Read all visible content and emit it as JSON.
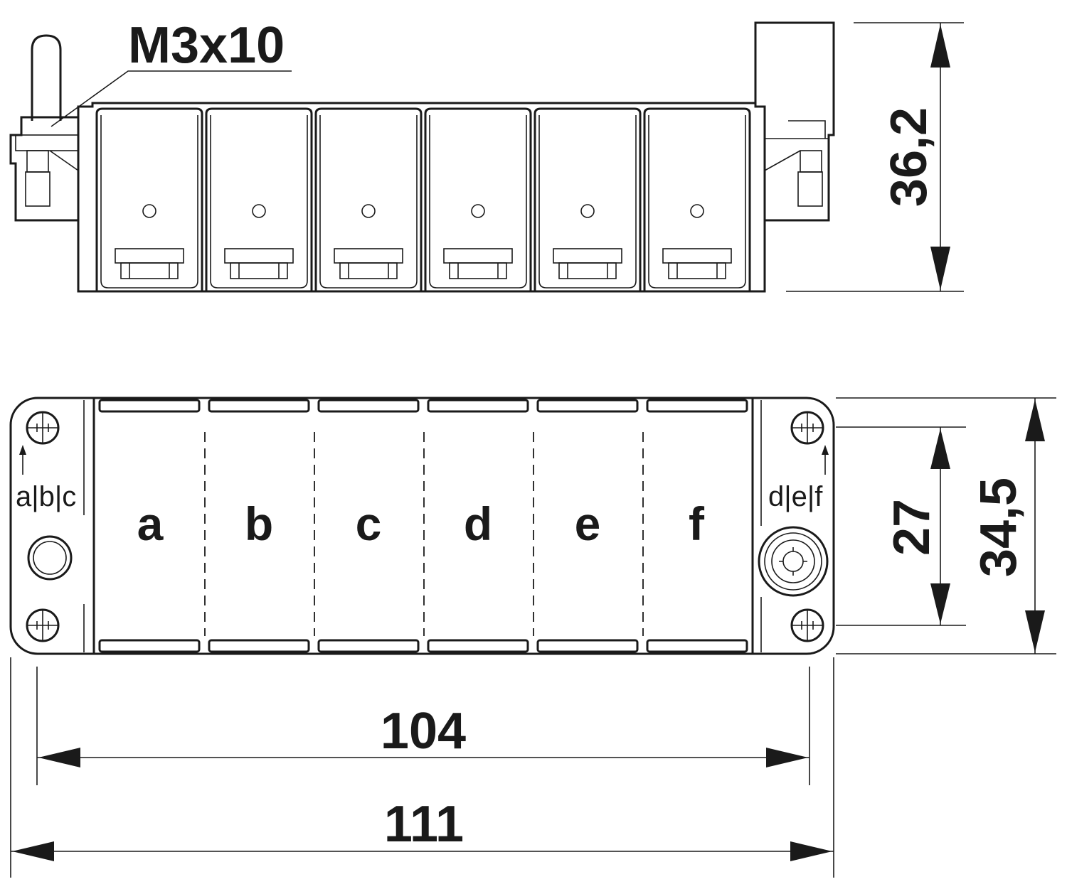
{
  "side_view": {
    "screw_label": "M3x10",
    "height_dimension": "36,2",
    "module_count": 6
  },
  "top_view": {
    "slot_labels": [
      "a",
      "b",
      "c",
      "d",
      "e",
      "f"
    ],
    "left_group_label": "a|b|c",
    "right_group_label": "d|e|f",
    "inner_height_dimension": "27",
    "outer_height_dimension": "34,5",
    "inner_width_dimension": "104",
    "outer_width_dimension": "111"
  }
}
